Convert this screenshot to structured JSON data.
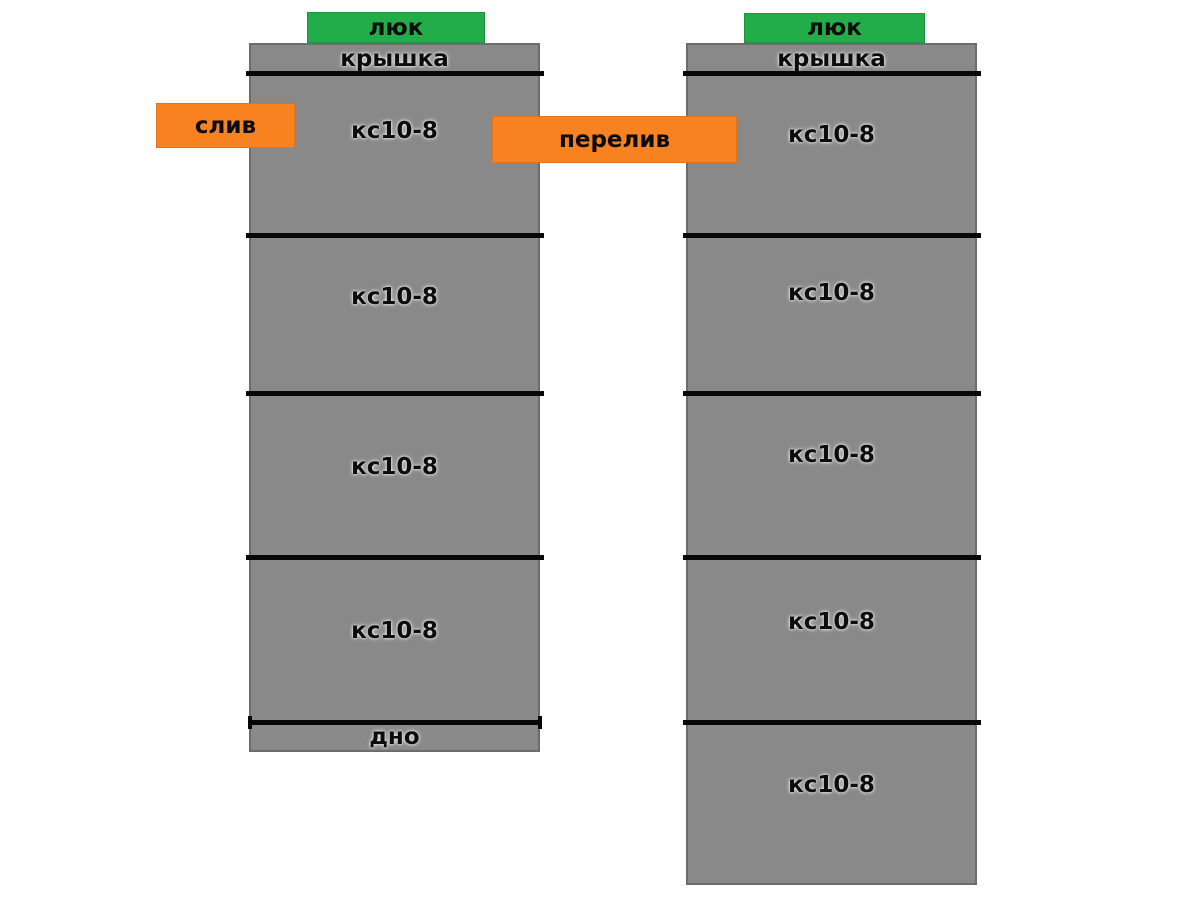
{
  "colors": {
    "ring_gray": "#898989",
    "hatch_green": "#23ac4a",
    "callout_orange": "#f8821f",
    "line_black": "#070707",
    "background": "#ffffff"
  },
  "columns": [
    {
      "hatch_label": "люк",
      "cover_label": "крышка",
      "segments": [
        "кс10-8",
        "кс10-8",
        "кс10-8",
        "кс10-8"
      ],
      "bottom_label": "дно"
    },
    {
      "hatch_label": "люк",
      "cover_label": "крышка",
      "segments": [
        "кс10-8",
        "кс10-8",
        "кс10-8",
        "кс10-8",
        "кс10-8"
      ]
    }
  ],
  "callouts": {
    "drain": "слив",
    "overflow": "перелив"
  }
}
